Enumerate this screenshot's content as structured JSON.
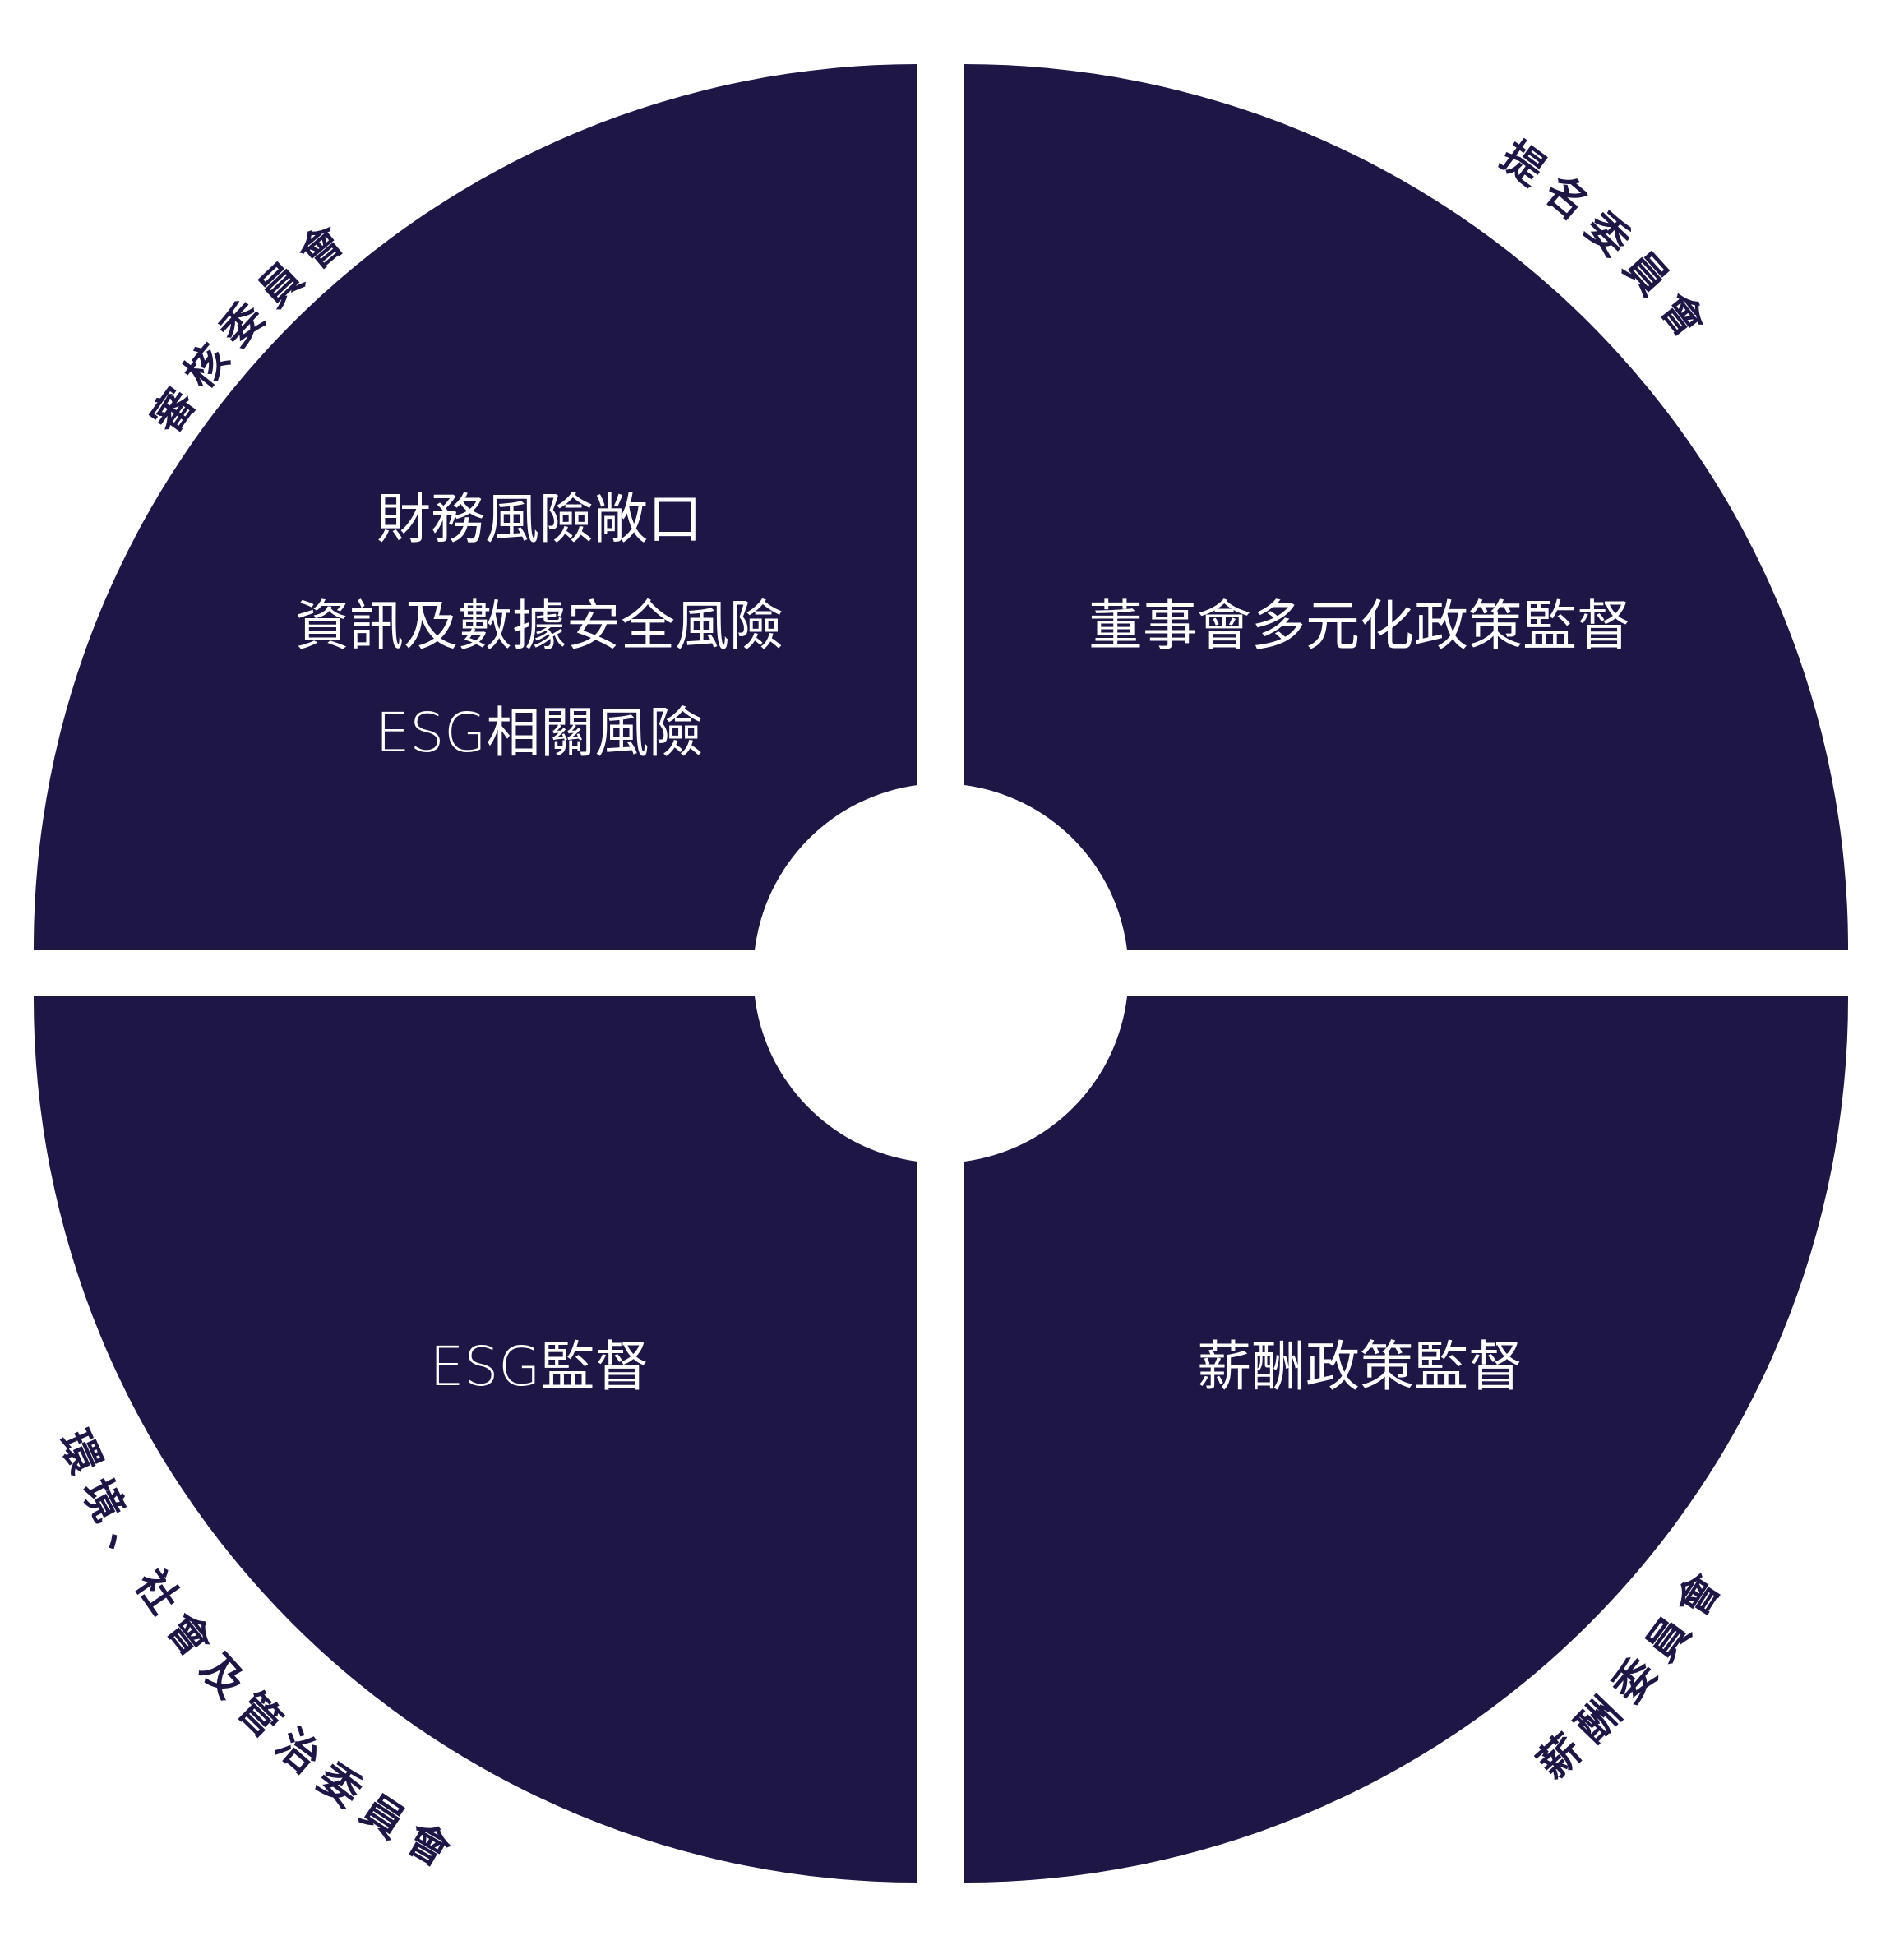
{
  "diagram": {
    "colors": {
      "quadrant_fill": "#1e1746",
      "background": "#ffffff",
      "text_on_quadrant": "#ffffff",
      "committee_label": "#1e1746"
    },
    "quadrants": [
      {
        "id": "audit",
        "committee": "審核委員會",
        "lines": [
          "財務風險敞口",
          "資訊及數據安全風險",
          "ESG相關風險"
        ]
      },
      {
        "id": "nomination",
        "committee": "提名委員會",
        "lines": [
          "董事會多元化政策監督"
        ]
      },
      {
        "id": "esg",
        "committee": "環境、社會及管治委員會",
        "lines": [
          "ESG監督"
        ]
      },
      {
        "id": "remuneration",
        "committee": "薪酬委員會",
        "lines": [
          "薪酬政策監督"
        ]
      }
    ]
  }
}
